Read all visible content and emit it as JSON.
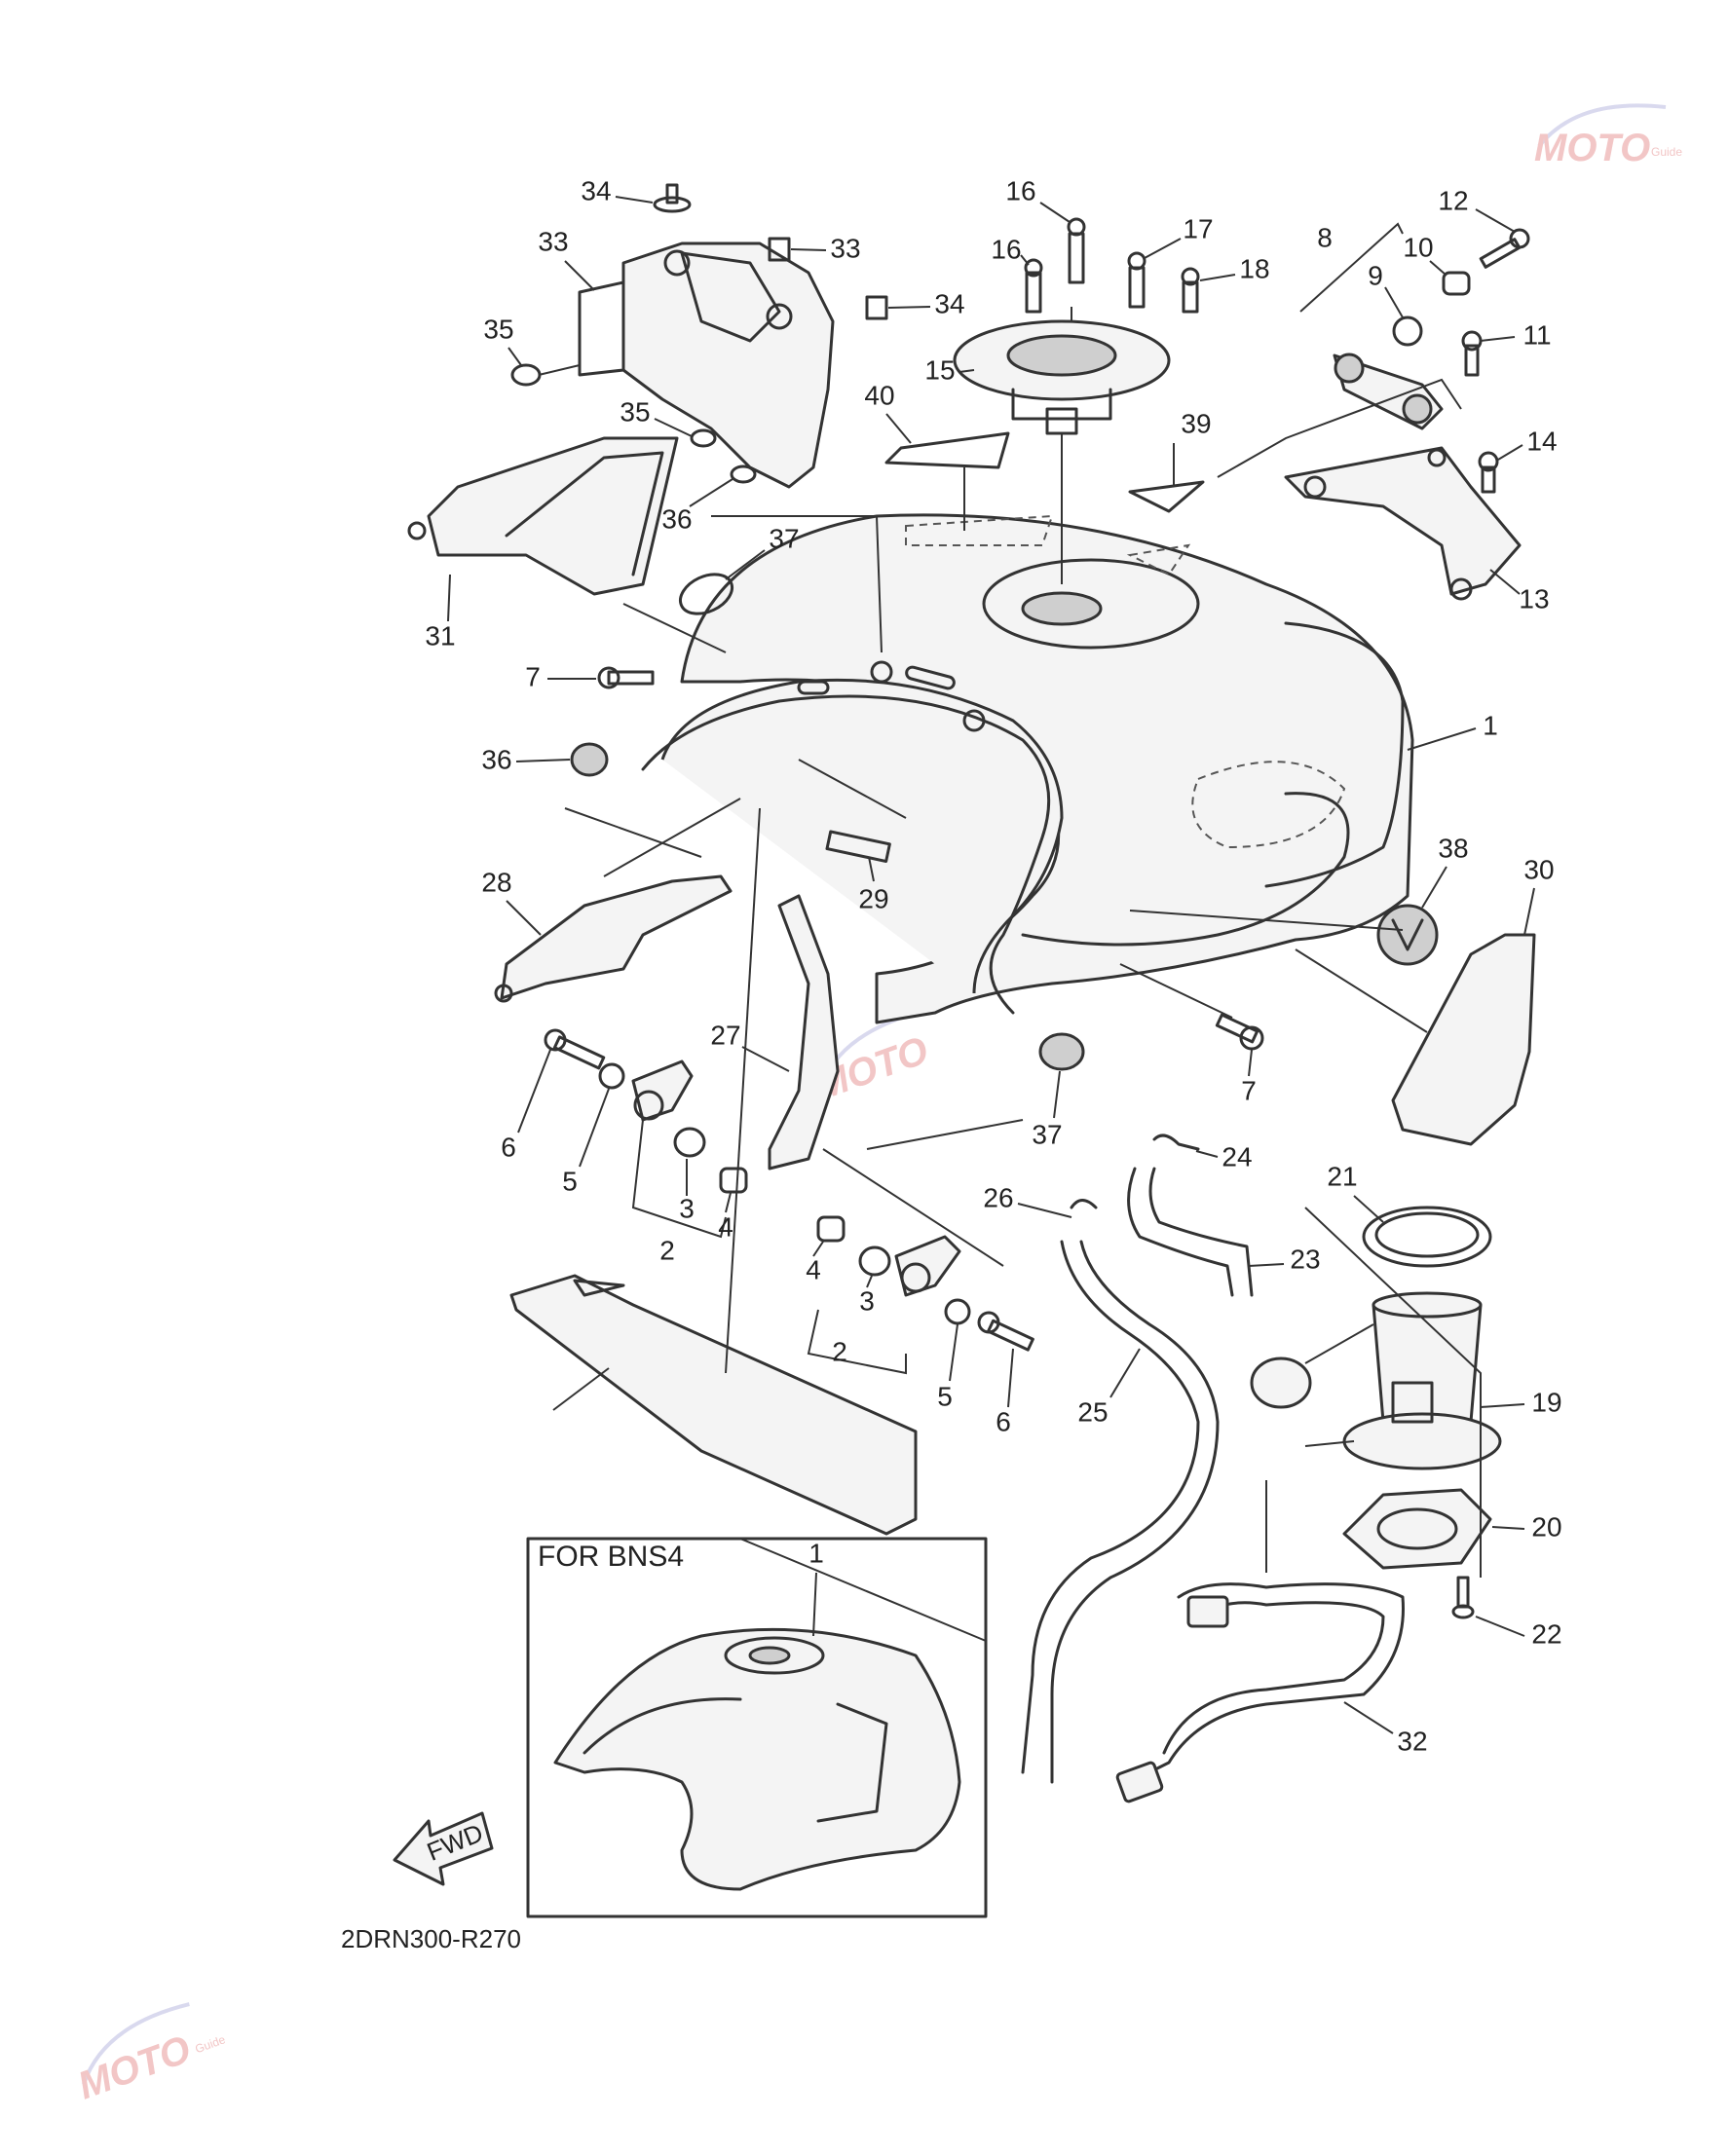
{
  "diagram": {
    "drawing_code": "2DRN300-R270",
    "inset_label": "FOR BNS4",
    "fwd_label": "FWD",
    "watermark": {
      "brand": "MOTO",
      "sub": "Guide"
    },
    "callouts": [
      {
        "id": "c1a",
        "n": "1"
      },
      {
        "id": "c1b",
        "n": "1"
      },
      {
        "id": "c2a",
        "n": "2"
      },
      {
        "id": "c2b",
        "n": "2"
      },
      {
        "id": "c3a",
        "n": "3"
      },
      {
        "id": "c3b",
        "n": "3"
      },
      {
        "id": "c4a",
        "n": "4"
      },
      {
        "id": "c4b",
        "n": "4"
      },
      {
        "id": "c5a",
        "n": "5"
      },
      {
        "id": "c5b",
        "n": "5"
      },
      {
        "id": "c6a",
        "n": "6"
      },
      {
        "id": "c6b",
        "n": "6"
      },
      {
        "id": "c7a",
        "n": "7"
      },
      {
        "id": "c7b",
        "n": "7"
      },
      {
        "id": "c8",
        "n": "8"
      },
      {
        "id": "c9",
        "n": "9"
      },
      {
        "id": "c10",
        "n": "10"
      },
      {
        "id": "c11",
        "n": "11"
      },
      {
        "id": "c12",
        "n": "12"
      },
      {
        "id": "c13",
        "n": "13"
      },
      {
        "id": "c14",
        "n": "14"
      },
      {
        "id": "c15",
        "n": "15"
      },
      {
        "id": "c16a",
        "n": "16"
      },
      {
        "id": "c16b",
        "n": "16"
      },
      {
        "id": "c17",
        "n": "17"
      },
      {
        "id": "c18",
        "n": "18"
      },
      {
        "id": "c19",
        "n": "19"
      },
      {
        "id": "c20",
        "n": "20"
      },
      {
        "id": "c21",
        "n": "21"
      },
      {
        "id": "c22",
        "n": "22"
      },
      {
        "id": "c23",
        "n": "23"
      },
      {
        "id": "c24",
        "n": "24"
      },
      {
        "id": "c25",
        "n": "25"
      },
      {
        "id": "c26",
        "n": "26"
      },
      {
        "id": "c27",
        "n": "27"
      },
      {
        "id": "c28",
        "n": "28"
      },
      {
        "id": "c29",
        "n": "29"
      },
      {
        "id": "c30",
        "n": "30"
      },
      {
        "id": "c31",
        "n": "31"
      },
      {
        "id": "c32",
        "n": "32"
      },
      {
        "id": "c33a",
        "n": "33"
      },
      {
        "id": "c33b",
        "n": "33"
      },
      {
        "id": "c34a",
        "n": "34"
      },
      {
        "id": "c34b",
        "n": "34"
      },
      {
        "id": "c35a",
        "n": "35"
      },
      {
        "id": "c35b",
        "n": "35"
      },
      {
        "id": "c36a",
        "n": "36"
      },
      {
        "id": "c36b",
        "n": "36"
      },
      {
        "id": "c37a",
        "n": "37"
      },
      {
        "id": "c37b",
        "n": "37"
      },
      {
        "id": "c38",
        "n": "38"
      },
      {
        "id": "c39",
        "n": "39"
      },
      {
        "id": "c40",
        "n": "40"
      }
    ]
  }
}
